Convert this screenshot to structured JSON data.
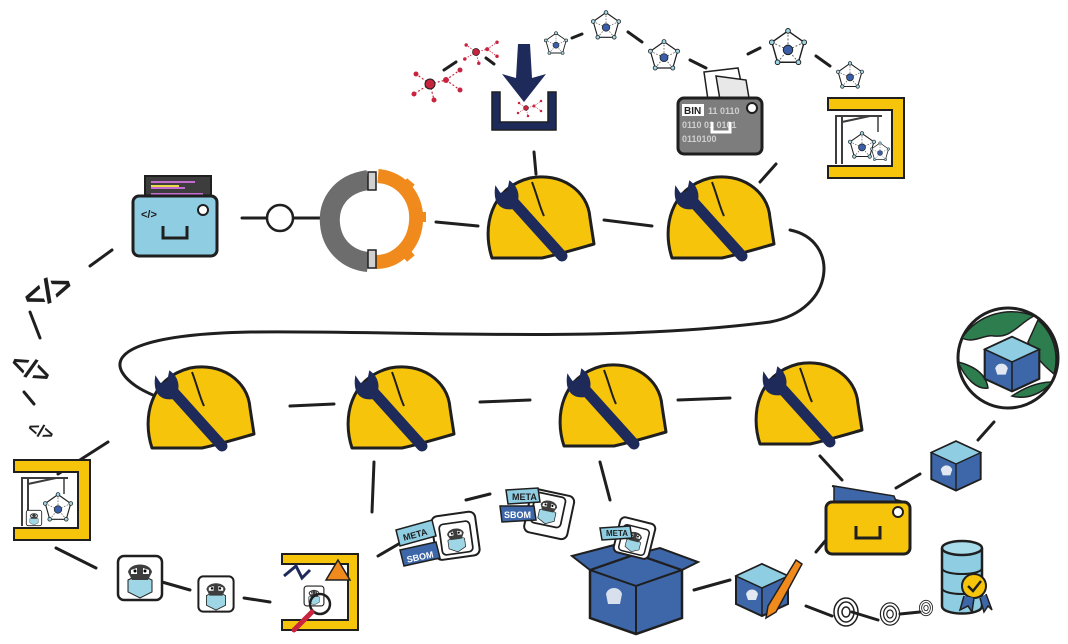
{
  "colors": {
    "outline": "#1f1f1f",
    "helmet_yellow": "#f7c40c",
    "wrench_navy": "#1e2a5a",
    "repo_teal": "#8ecde2",
    "storage_gray": "#7d7d7d",
    "gear_orange": "#f08a1c",
    "gear_gray": "#6d6d6d",
    "box_blue": "#3d67a8",
    "node_red": "#c9243f",
    "node_blue": "#3a5fa8",
    "globe_green": "#2e7d4f",
    "frame_yellow": "#f7c40c"
  },
  "labels": {
    "code_tag_big": "</>",
    "code_tag_mid": "</>",
    "code_tag_small": "</>",
    "source_repo_tag": "</>",
    "binary_bin": "BIN",
    "binary_row1": "11 0110",
    "binary_row2": "0110 01 0101",
    "binary_row3": "0110100",
    "meta1": "META",
    "sbom1": "SBOM",
    "meta2": "META",
    "sbom2": "SBOM",
    "meta3": "META"
  },
  "icons": {
    "source_repo": "source-repository-icon",
    "connector": "connector-node-icon",
    "plugin_gear": "plugin-gear-icon",
    "build_step": "build-helmet-wrench-icon",
    "dependency_graph": "dependency-graph-icon",
    "download": "download-tray-icon",
    "binary_store": "binary-storage-icon",
    "build_env": "build-environment-crane-icon",
    "artifact_card": "artifact-card-icon",
    "scan": "vulnerability-scan-icon",
    "metadata_tags": "meta-sbom-tags-icon",
    "package_box": "package-box-icon",
    "signing": "signing-pen-icon",
    "fingerprint": "fingerprint-icon",
    "database_verified": "verified-database-icon",
    "artifact_repo": "artifact-repository-icon",
    "release_cube": "release-cube-icon",
    "globe": "globe-distribution-icon"
  }
}
